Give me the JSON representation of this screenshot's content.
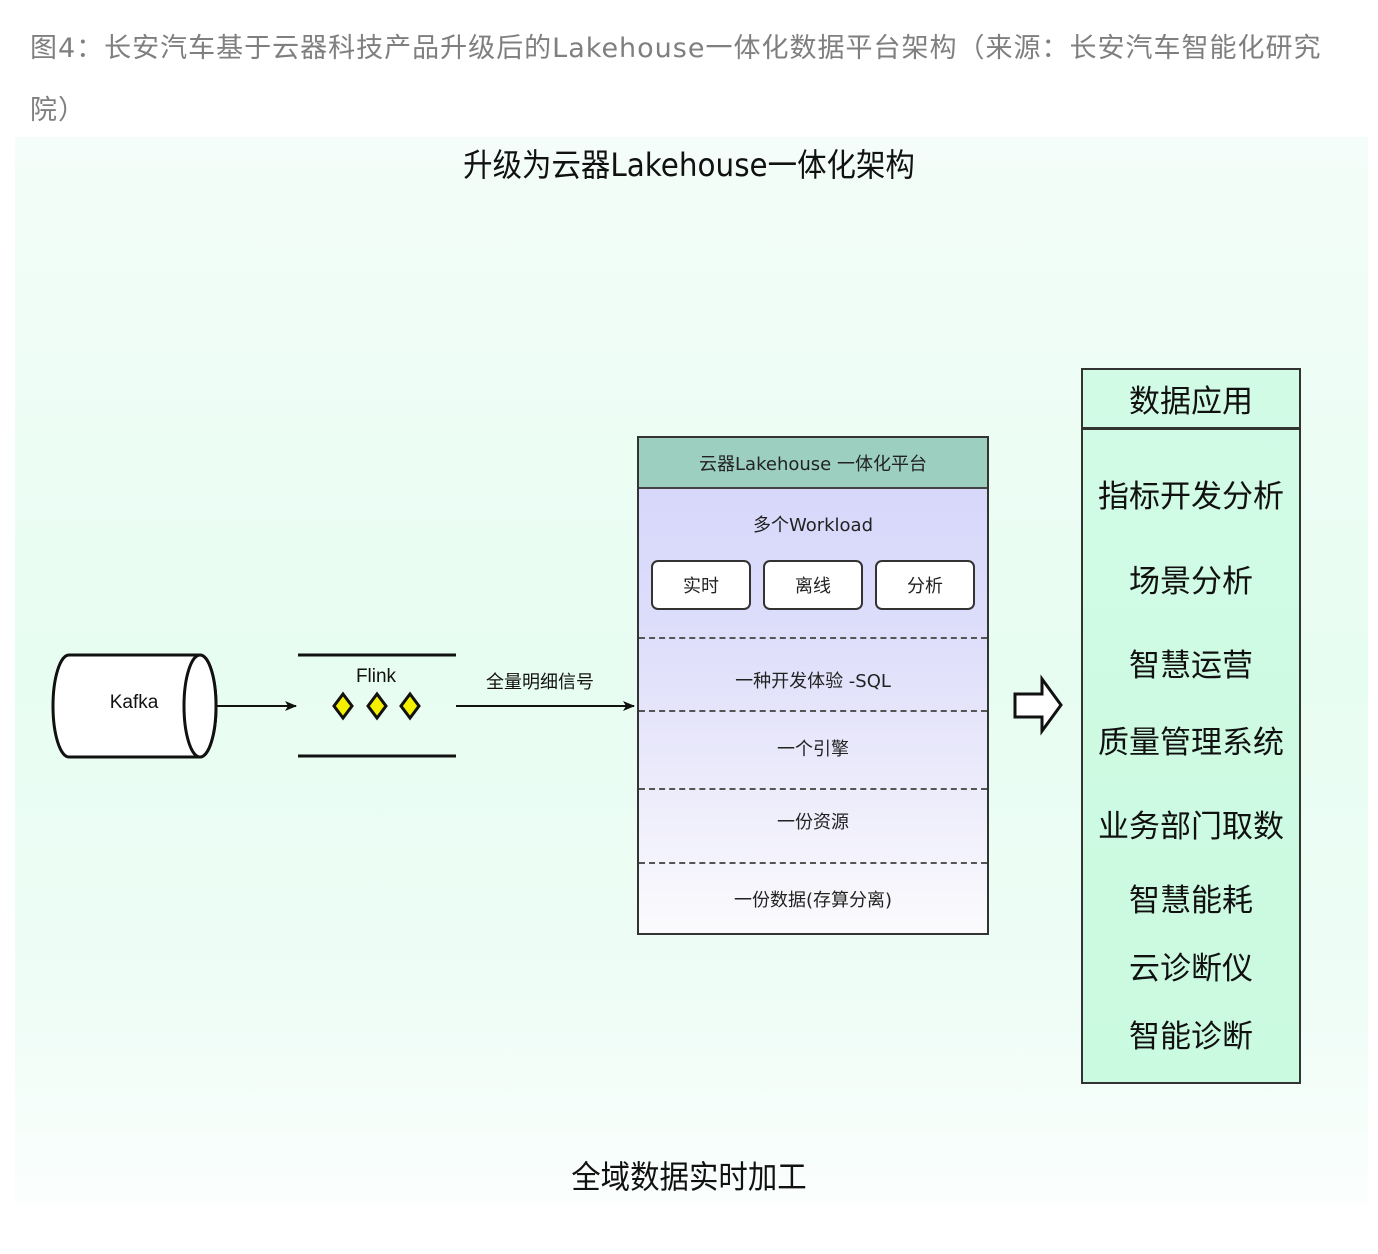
{
  "caption": "图4：长安汽车基于云器科技产品升级后的Lakehouse一体化数据平台架构（来源：长安汽车智能化研究院）",
  "diagram": {
    "title": "升级为云器Lakehouse一体化架构",
    "footer": "全域数据实时加工",
    "source": {
      "label": "Kafka",
      "icon": "database-cylinder-icon"
    },
    "processor": {
      "label": "Flink",
      "icon": "stream-diamonds-icon"
    },
    "edge_label": "全量明细信号",
    "platform": {
      "title": "云器Lakehouse 一体化平台",
      "workload_title": "多个Workload",
      "workloads": [
        "实时",
        "离线",
        "分析"
      ],
      "layers": [
        "一种开发体验 -SQL",
        "一个引擎",
        "一份资源",
        "一份数据(存算分离)"
      ]
    },
    "arrow_icon": "hollow-right-arrow-icon",
    "applications": {
      "title": "数据应用",
      "items": [
        "指标开发分析",
        "场景分析",
        "智慧运营",
        "质量管理系统",
        "业务部门取数",
        "智慧能耗",
        "云诊断仪",
        "智能诊断"
      ]
    },
    "colors": {
      "canvas_bg": "#e8fdf2",
      "platform_header": "#9ccfc0",
      "platform_body": "#d6d6fb",
      "applications_bg": "#cafadf",
      "diamond_fill": "#f5f000"
    }
  }
}
